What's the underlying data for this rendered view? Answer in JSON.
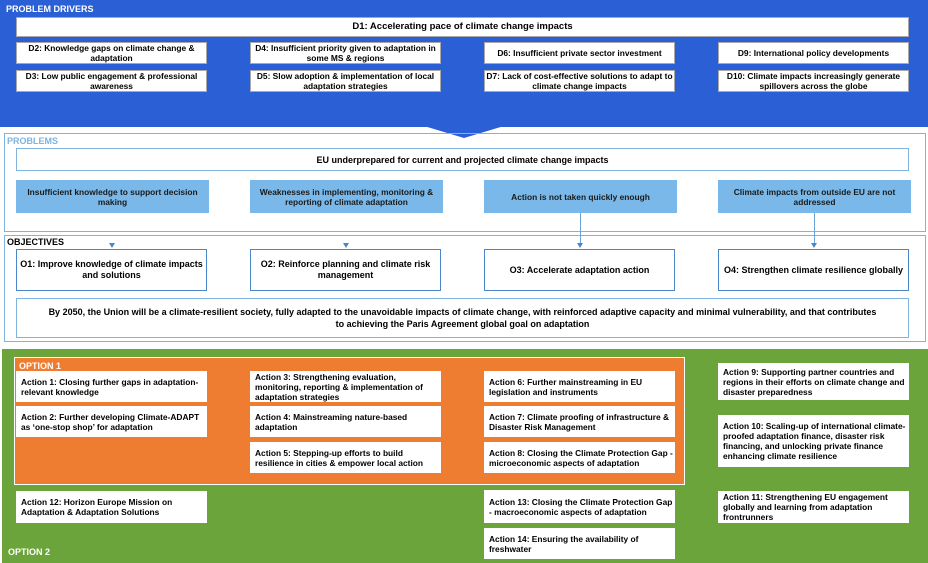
{
  "drivers": {
    "label": "PROBLEM DRIVERS",
    "main": "D1: Accelerating pace of climate change impacts",
    "items": [
      "D2: Knowledge gaps on climate change & adaptation",
      "D3: Low public engagement & professional awareness",
      "D4: Insufficient priority given to adaptation in some MS & regions",
      "D5: Slow adoption & implementation of local adaptation strategies",
      "D6: Insufficient private sector investment",
      "D7: Lack of cost-effective solutions to adapt to climate change impacts",
      "D9: International policy developments",
      "D10: Climate impacts increasingly generate spillovers across the globe"
    ]
  },
  "problems": {
    "label": "PROBLEMS",
    "main": "EU underprepared for current and projected climate change impacts",
    "items": [
      "Insufficient knowledge to support decision making",
      "Weaknesses in implementing, monitoring & reporting of climate adaptation",
      "Action is not taken quickly enough",
      "Climate impacts from outside EU are not addressed"
    ]
  },
  "objectives": {
    "label": "OBJECTIVES",
    "items": [
      "O1: Improve knowledge of climate impacts and solutions",
      "O2: Reinforce planning and climate risk management",
      "O3: Accelerate adaptation action",
      "O4: Strengthen climate resilience globally"
    ],
    "vision": "By 2050, the Union will be a climate-resilient society, fully adapted to the unavoidable impacts of climate change, with reinforced adaptive capacity and minimal vulnerability, and that contributes to achieving the Paris Agreement global goal on adaptation"
  },
  "option1": {
    "label": "OPTION 1",
    "actions": [
      "Action 1: Closing further gaps in adaptation-relevant knowledge",
      "Action 2: Further developing Climate-ADAPT as ‘one-stop shop’ for adaptation",
      "Action 3: Strengthening evaluation, monitoring, reporting & implementation of adaptation strategies",
      "Action 4: Mainstreaming nature-based adaptation",
      "Action 5: Stepping-up efforts to build resilience in cities & empower local action",
      "Action 6: Further mainstreaming in EU legislation and instruments",
      "Action 7: Climate proofing of infrastructure & Disaster Risk Management",
      "Action 8: Closing the Climate Protection Gap - microeconomic aspects of adaptation"
    ]
  },
  "option2": {
    "label": "OPTION 2",
    "actions": [
      "Action 9: Supporting partner countries and regions in their efforts on climate change and disaster preparedness",
      "Action 10: Scaling-up of international climate-proofed adaptation finance, disaster risk financing, and unlocking private finance enhancing climate resilience",
      "Action 11: Strengthening EU engagement globally and learning from adaptation frontrunners",
      "Action 12: Horizon Europe Mission on Adaptation & Adaptation Solutions",
      "Action 13: Closing the Climate Protection Gap - macroeconomic aspects of adaptation",
      "Action 14: Ensuring the availability of freshwater"
    ]
  },
  "colors": {
    "drivers_bg": "#2a5fd6",
    "problems_box": "#79b8e8",
    "section_border": "#7fb3e0",
    "option1_bg": "#ee7d31",
    "option2_bg": "#6aa43a"
  }
}
